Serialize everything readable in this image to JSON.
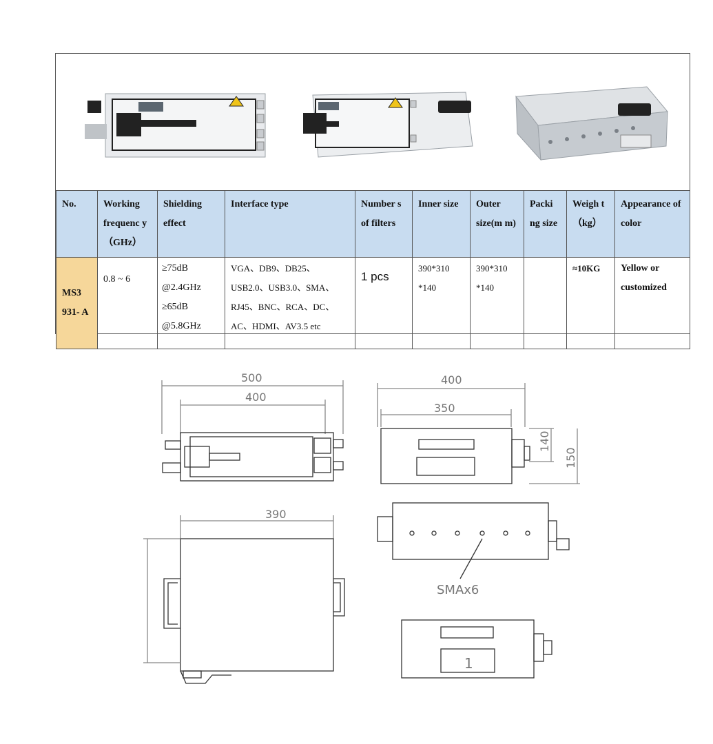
{
  "table": {
    "headers": [
      "No.",
      "Working frequenc y（GHz）",
      "Shielding effect",
      "Interface type",
      "Number s of filters",
      "Inner size",
      "Outer size(m m)",
      "Packi ng size",
      "Weigh t（kg）",
      "Appearance of color"
    ],
    "row": {
      "model": "MS3 931- A",
      "frequency": "0.8 ~ 6",
      "shielding": [
        "≥75dB",
        "@2.4GHz",
        "≥65dB",
        "@5.8GHz"
      ],
      "interfaces": [
        "VGA、DB9、DB25、",
        "USB2.0、USB3.0、SMA、",
        "RJ45、BNC、RCA、DC、",
        "AC、HDMI、AV3.5   etc"
      ],
      "filters": "1 pcs",
      "inner_size": [
        "390*310",
        "*140"
      ],
      "outer_size": [
        "390*310",
        "*140"
      ],
      "packing_size": "",
      "weight": "≈10KG",
      "color": [
        "Yellow or",
        "customized"
      ]
    }
  },
  "drawings": {
    "front_view": {
      "dim_outer": "500",
      "dim_inner": "400"
    },
    "side_view": {
      "dim_outer": "400",
      "dim_inner": "350",
      "dim_h1": "140",
      "dim_h2": "150"
    },
    "top_view": {
      "dim_width": "390"
    },
    "back_view": {
      "label": "SMAx6"
    },
    "bottom_view": {
      "label": "1"
    }
  },
  "colors": {
    "header_bg": "#c8dcf0",
    "model_bg": "#f6d79a",
    "border": "#555555",
    "drawing_line": "#333333"
  }
}
